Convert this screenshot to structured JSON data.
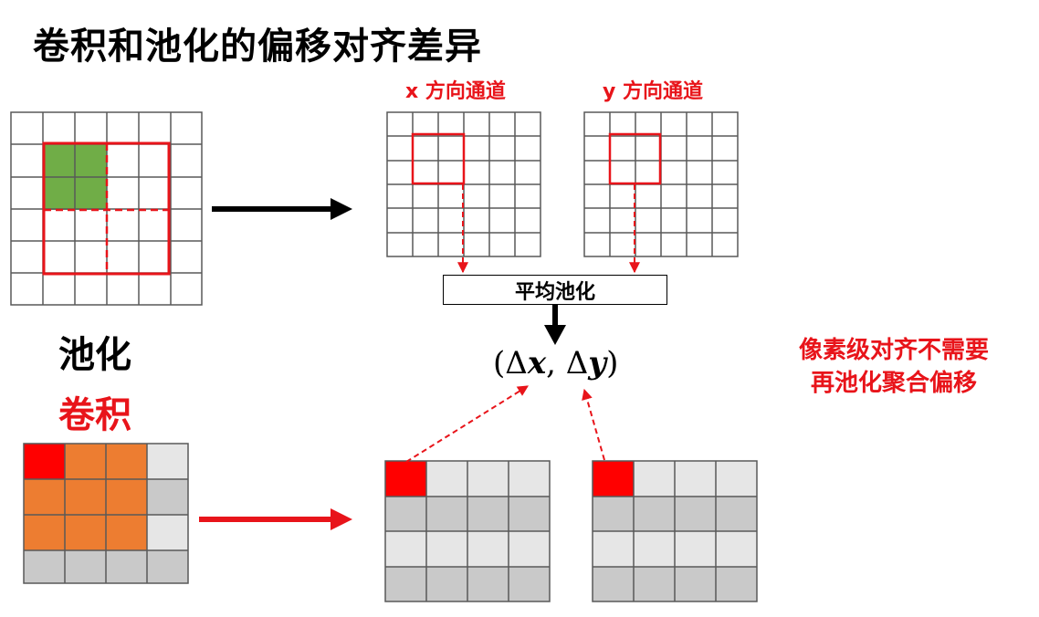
{
  "title": "卷积和池化的偏移对齐差异",
  "channels": {
    "x_label": "x 方向通道",
    "y_label": "y 方向通道"
  },
  "pooling_box_label": "平均池化",
  "offset": {
    "open": "(",
    "delta1": "Δ",
    "var1": "x",
    "sep": ", ",
    "delta2": "Δ",
    "var2": "y",
    "close": ")"
  },
  "side_labels": {
    "pooling": "池化",
    "convolution": "卷积"
  },
  "note": {
    "line1": "像素级对齐不需要",
    "line2": "再池化聚合偏移"
  },
  "colors": {
    "red": "#e8141a",
    "green": "#70ad47",
    "orange": "#ed7d31",
    "bright_red": "#ff0000",
    "light_gray": "#e6e6e6",
    "mid_gray": "#c9c9c9",
    "grid_line": "#595959"
  }
}
